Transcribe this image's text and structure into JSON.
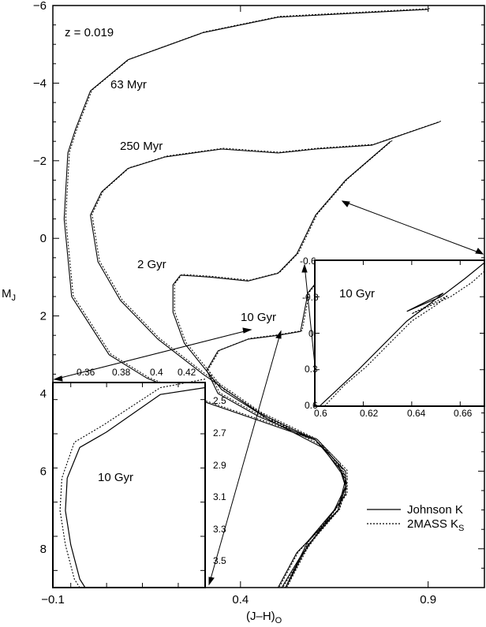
{
  "chart_data": {
    "type": "line",
    "annotation_metallicity": "z = 0.019",
    "xlabel": "(J–H)",
    "xlabel_sub": "O",
    "ylabel": "M",
    "ylabel_sub": "J",
    "xlim": [
      -0.1,
      1.05
    ],
    "ylim": [
      9,
      -6
    ],
    "xticks": [
      "-0.1",
      "0.4",
      "0.9"
    ],
    "yticks": [
      "-6",
      "-4",
      "-2",
      "0",
      "2",
      "4",
      "6",
      "8"
    ],
    "isochrone_labels": [
      "63 Myr",
      "250 Myr",
      "2 Gyr",
      "10 Gyr"
    ],
    "legend": [
      {
        "label": "Johnson K",
        "style": "solid"
      },
      {
        "label": "2MASS K",
        "sub": "S",
        "style": "dotted"
      }
    ],
    "series": [
      {
        "name": "Johnson K",
        "isochrones": {
          "63 Myr": [
            [
              0.9,
              -5.9
            ],
            [
              0.5,
              -5.7
            ],
            [
              0.3,
              -5.3
            ],
            [
              0.1,
              -4.6
            ],
            [
              0.0,
              -3.8
            ],
            [
              -0.04,
              -2.8
            ],
            [
              -0.06,
              -2.2
            ],
            [
              -0.07,
              -0.5
            ],
            [
              -0.05,
              1.5
            ],
            [
              0.05,
              3.0
            ],
            [
              0.15,
              3.6
            ],
            [
              0.3,
              4.2
            ],
            [
              0.45,
              4.7
            ],
            [
              0.6,
              5.2
            ],
            [
              0.66,
              5.8
            ],
            [
              0.68,
              6.4
            ],
            [
              0.66,
              7.0
            ],
            [
              0.6,
              7.6
            ],
            [
              0.55,
              8.1
            ],
            [
              0.5,
              9.0
            ]
          ],
          "250 Myr": [
            [
              0.93,
              -3.0
            ],
            [
              0.75,
              -2.4
            ],
            [
              0.6,
              -2.3
            ],
            [
              0.5,
              -2.2
            ],
            [
              0.35,
              -2.3
            ],
            [
              0.2,
              -2.1
            ],
            [
              0.1,
              -1.8
            ],
            [
              0.03,
              -1.2
            ],
            [
              0.0,
              -0.6
            ],
            [
              0.02,
              0.6
            ],
            [
              0.08,
              1.6
            ],
            [
              0.18,
              2.6
            ],
            [
              0.3,
              3.5
            ],
            [
              0.45,
              4.5
            ],
            [
              0.6,
              5.2
            ],
            [
              0.67,
              6.0
            ],
            [
              0.68,
              6.4
            ],
            [
              0.65,
              7.0
            ],
            [
              0.58,
              7.8
            ],
            [
              0.52,
              9.0
            ]
          ],
          "2 Gyr": [
            [
              0.8,
              -2.5
            ],
            [
              0.68,
              -1.5
            ],
            [
              0.6,
              -0.6
            ],
            [
              0.55,
              0.4
            ],
            [
              0.5,
              0.9
            ],
            [
              0.42,
              1.1
            ],
            [
              0.32,
              1.0
            ],
            [
              0.24,
              0.95
            ],
            [
              0.22,
              1.2
            ],
            [
              0.22,
              1.9
            ],
            [
              0.25,
              2.7
            ],
            [
              0.35,
              3.9
            ],
            [
              0.48,
              4.7
            ],
            [
              0.62,
              5.4
            ],
            [
              0.68,
              6.2
            ],
            [
              0.66,
              7.0
            ],
            [
              0.58,
              7.9
            ],
            [
              0.52,
              9.0
            ]
          ],
          "10 Gyr": [
            [
              0.63,
              0.8
            ],
            [
              0.58,
              1.4
            ],
            [
              0.56,
              2.4
            ],
            [
              0.5,
              2.5
            ],
            [
              0.42,
              2.6
            ],
            [
              0.34,
              2.9
            ],
            [
              0.31,
              3.4
            ],
            [
              0.34,
              4.0
            ],
            [
              0.45,
              4.6
            ],
            [
              0.6,
              5.2
            ],
            [
              0.68,
              6.0
            ],
            [
              0.68,
              6.6
            ],
            [
              0.62,
              7.4
            ],
            [
              0.56,
              8.2
            ],
            [
              0.51,
              9.0
            ]
          ]
        }
      },
      {
        "name": "2MASS K",
        "style": "dotted"
      }
    ],
    "insets": [
      {
        "label": "10 Gyr",
        "xlim": [
          0.35,
          0.435
        ],
        "ylim": [
          3.6,
          2.4
        ],
        "xticks": [
          "0.36",
          "0.38",
          "0.4",
          "0.42"
        ],
        "yticks": [
          "2.5",
          "2.7",
          "2.9",
          "3.1",
          "3.3",
          "3.5"
        ],
        "solid": [
          [
            0.435,
            2.43
          ],
          [
            0.41,
            2.47
          ],
          [
            0.38,
            2.69
          ],
          [
            0.365,
            2.78
          ],
          [
            0.358,
            2.96
          ],
          [
            0.357,
            3.15
          ],
          [
            0.36,
            3.35
          ],
          [
            0.365,
            3.55
          ],
          [
            0.368,
            3.6
          ]
        ],
        "dotted": [
          [
            0.435,
            2.38
          ],
          [
            0.41,
            2.43
          ],
          [
            0.378,
            2.65
          ],
          [
            0.362,
            2.75
          ],
          [
            0.355,
            2.96
          ],
          [
            0.354,
            3.15
          ],
          [
            0.357,
            3.35
          ],
          [
            0.362,
            3.55
          ],
          [
            0.365,
            3.6
          ]
        ]
      },
      {
        "label": "10 Gyr",
        "xlim": [
          0.6,
          0.67
        ],
        "ylim": [
          0.6,
          -0.6
        ],
        "xticks": [
          "0.6",
          "0.62",
          "0.64",
          "0.66"
        ],
        "yticks": [
          "-0.6",
          "-0.3",
          "0",
          "0.3",
          "0.6"
        ],
        "solid": [
          [
            0.602,
            0.6
          ],
          [
            0.61,
            0.45
          ],
          [
            0.618,
            0.3
          ],
          [
            0.628,
            0.1
          ],
          [
            0.638,
            -0.1
          ],
          [
            0.648,
            -0.25
          ],
          [
            0.653,
            -0.33
          ],
          [
            0.638,
            -0.18
          ],
          [
            0.645,
            -0.24
          ],
          [
            0.652,
            -0.3
          ],
          [
            0.662,
            -0.45
          ],
          [
            0.67,
            -0.58
          ]
        ],
        "dotted": [
          [
            0.604,
            0.6
          ],
          [
            0.612,
            0.43
          ],
          [
            0.621,
            0.28
          ],
          [
            0.631,
            0.08
          ],
          [
            0.64,
            -0.1
          ],
          [
            0.65,
            -0.23
          ],
          [
            0.655,
            -0.31
          ],
          [
            0.64,
            -0.16
          ],
          [
            0.647,
            -0.22
          ],
          [
            0.656,
            -0.3
          ],
          [
            0.665,
            -0.42
          ],
          [
            0.67,
            -0.51
          ]
        ]
      }
    ]
  }
}
